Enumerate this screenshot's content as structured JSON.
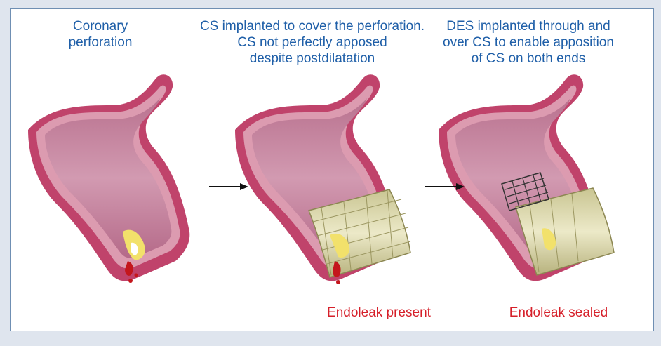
{
  "panels": [
    {
      "caption": "Coronary\nperforation",
      "label": ""
    },
    {
      "caption": "CS implanted to cover the perforation.\nCS not perfectly apposed\ndespite postdilatation",
      "label": "Endoleak present"
    },
    {
      "caption": "DES implanted through and\nover CS to enable apposition\nof CS on both ends",
      "label": "Endoleak sealed"
    }
  ],
  "colors": {
    "caption": "#1f5fa8",
    "label": "#d6202a",
    "vessel_outer": "#c0436b",
    "vessel_lumen": "#c98ba4",
    "stent": "#d8d4a8",
    "blood": "#c4161c"
  },
  "icons": [
    "right-arrow-icon",
    "right-arrow-icon"
  ]
}
